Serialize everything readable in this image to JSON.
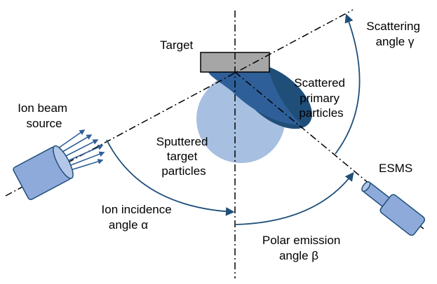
{
  "labels": {
    "target": "Target",
    "ion_beam_source": [
      "Ion beam",
      "source"
    ],
    "sputtered": [
      "Sputtered",
      "target",
      "particles"
    ],
    "scattered": [
      "Scattered",
      "primary",
      "particles"
    ],
    "scattering_angle": [
      "Scattering",
      "angle γ"
    ],
    "esms": "ESMS",
    "ion_incidence": [
      "Ion incidence",
      "angle α"
    ],
    "polar_emission": [
      "Polar emission",
      "angle β"
    ]
  },
  "colors": {
    "dark_blue": "#1f4e79",
    "mid_blue": "#2e5f98",
    "light_blue": "#a7bfe0",
    "device_blue": "#8eaadb",
    "target_gray": "#a6a6a6",
    "arrow_blue": "#1f4e79"
  }
}
